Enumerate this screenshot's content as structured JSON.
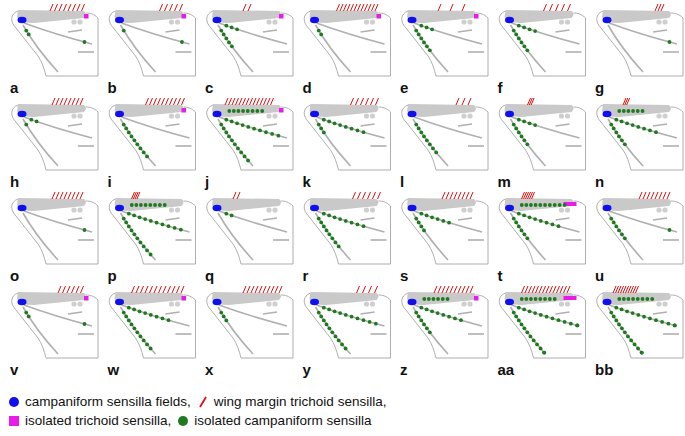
{
  "diagram": {
    "labels": [
      "a",
      "b",
      "c",
      "d",
      "e",
      "f",
      "g",
      "h",
      "i",
      "j",
      "k",
      "l",
      "m",
      "n",
      "o",
      "p",
      "q",
      "r",
      "s",
      "t",
      "u",
      "v",
      "w",
      "x",
      "y",
      "z",
      "aa",
      "bb"
    ],
    "legend": [
      {
        "text": "campaniform sensilla fields,",
        "color": "#1010ee"
      },
      {
        "text": "wing margin trichoid sensilla,"
      },
      {
        "text": "isolated trichoid sensilla,",
        "color": "#e81ce8"
      },
      {
        "text": "isolated campaniform sensilla",
        "color": "#1f7a1f"
      }
    ]
  }
}
